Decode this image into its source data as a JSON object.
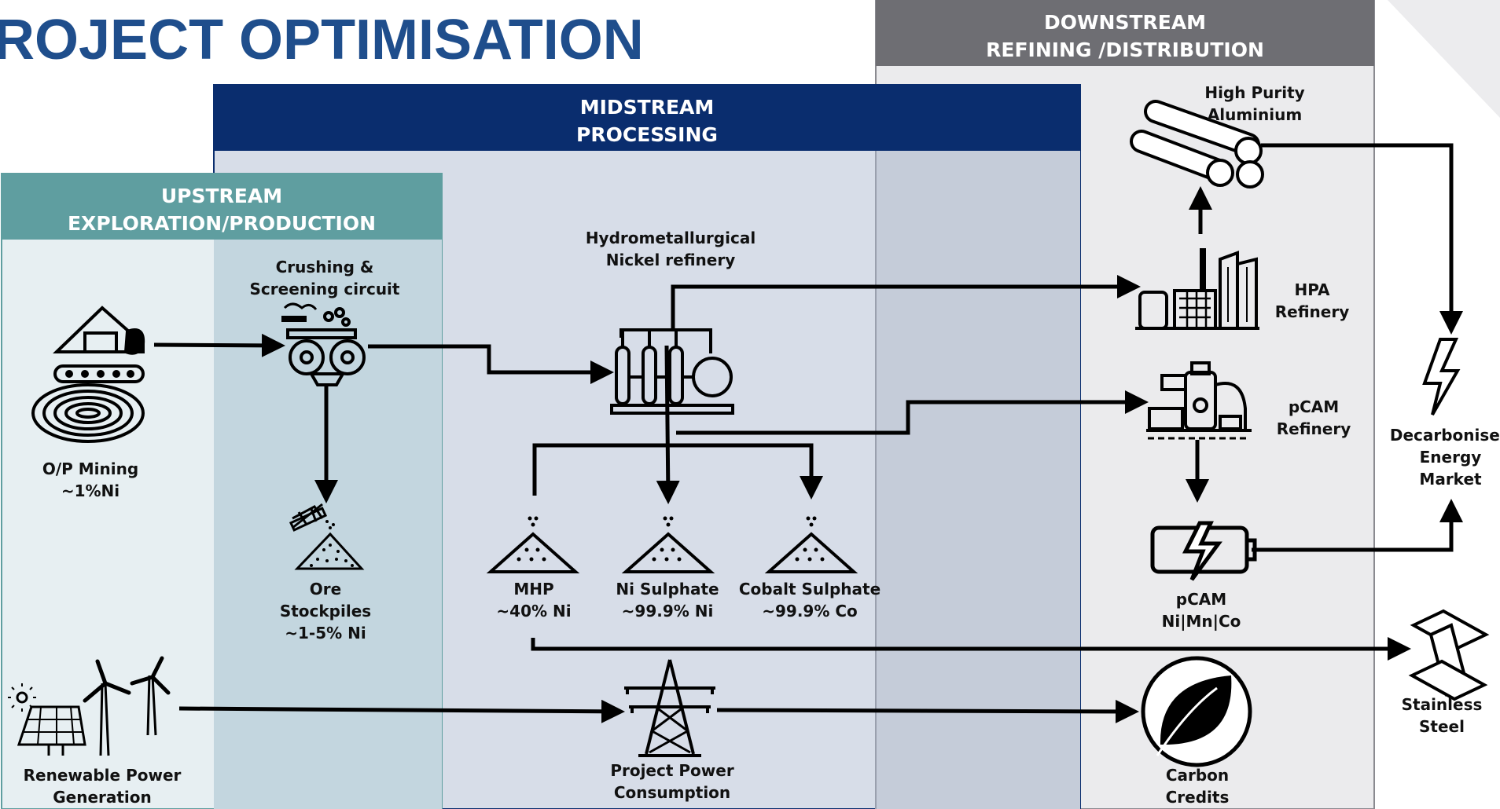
{
  "title": "ROJECT OPTIMISATION",
  "sections": {
    "upstream": {
      "line1": "UPSTREAM",
      "line2": "EXPLORATION/PRODUCTION",
      "color": "#5f9ea0"
    },
    "midstream": {
      "line1": "MIDSTREAM",
      "line2": "PROCESSING",
      "color": "#0a2d6e"
    },
    "downstream": {
      "line1": "DOWNSTREAM",
      "line2": "REFINING /DISTRIBUTION",
      "color": "#6e6e73"
    }
  },
  "nodes": {
    "op_mining": {
      "line1": "O/P Mining",
      "line2": "~1%Ni"
    },
    "crushing": {
      "line1": "Crushing &",
      "line2": "Screening circuit"
    },
    "ore_stockpiles": {
      "line1": "Ore",
      "line2": "Stockpiles",
      "line3": "~1-5% Ni"
    },
    "refinery": {
      "line1": "Hydrometallurgical",
      "line2": "Nickel refinery"
    },
    "mhp": {
      "line1": "MHP",
      "line2": "~40% Ni"
    },
    "ni_sulphate": {
      "line1": "Ni Sulphate",
      "line2": "~99.9% Ni"
    },
    "cobalt_sulphate": {
      "line1": "Cobalt Sulphate",
      "line2": "~99.9% Co"
    },
    "hpa_aluminium": {
      "line1": "High Purity",
      "line2": "Aluminium"
    },
    "hpa_refinery": {
      "line1": "HPA",
      "line2": "Refinery"
    },
    "pcam_refinery": {
      "line1": "pCAM",
      "line2": "Refinery"
    },
    "pcam": {
      "line1": "pCAM",
      "line2": "Ni|Mn|Co"
    },
    "decarbonised": {
      "line1": "Decarbonised",
      "line2": "Energy",
      "line3": "Market"
    },
    "stainless": {
      "line1": "Stainless",
      "line2": "Steel"
    },
    "renewable": {
      "line1": "Renewable Power",
      "line2": "Generation"
    },
    "power_consumption": {
      "line1": "Project Power",
      "line2": "Consumption"
    },
    "carbon_credits": {
      "line1": "Carbon",
      "line2": "Credits"
    }
  }
}
